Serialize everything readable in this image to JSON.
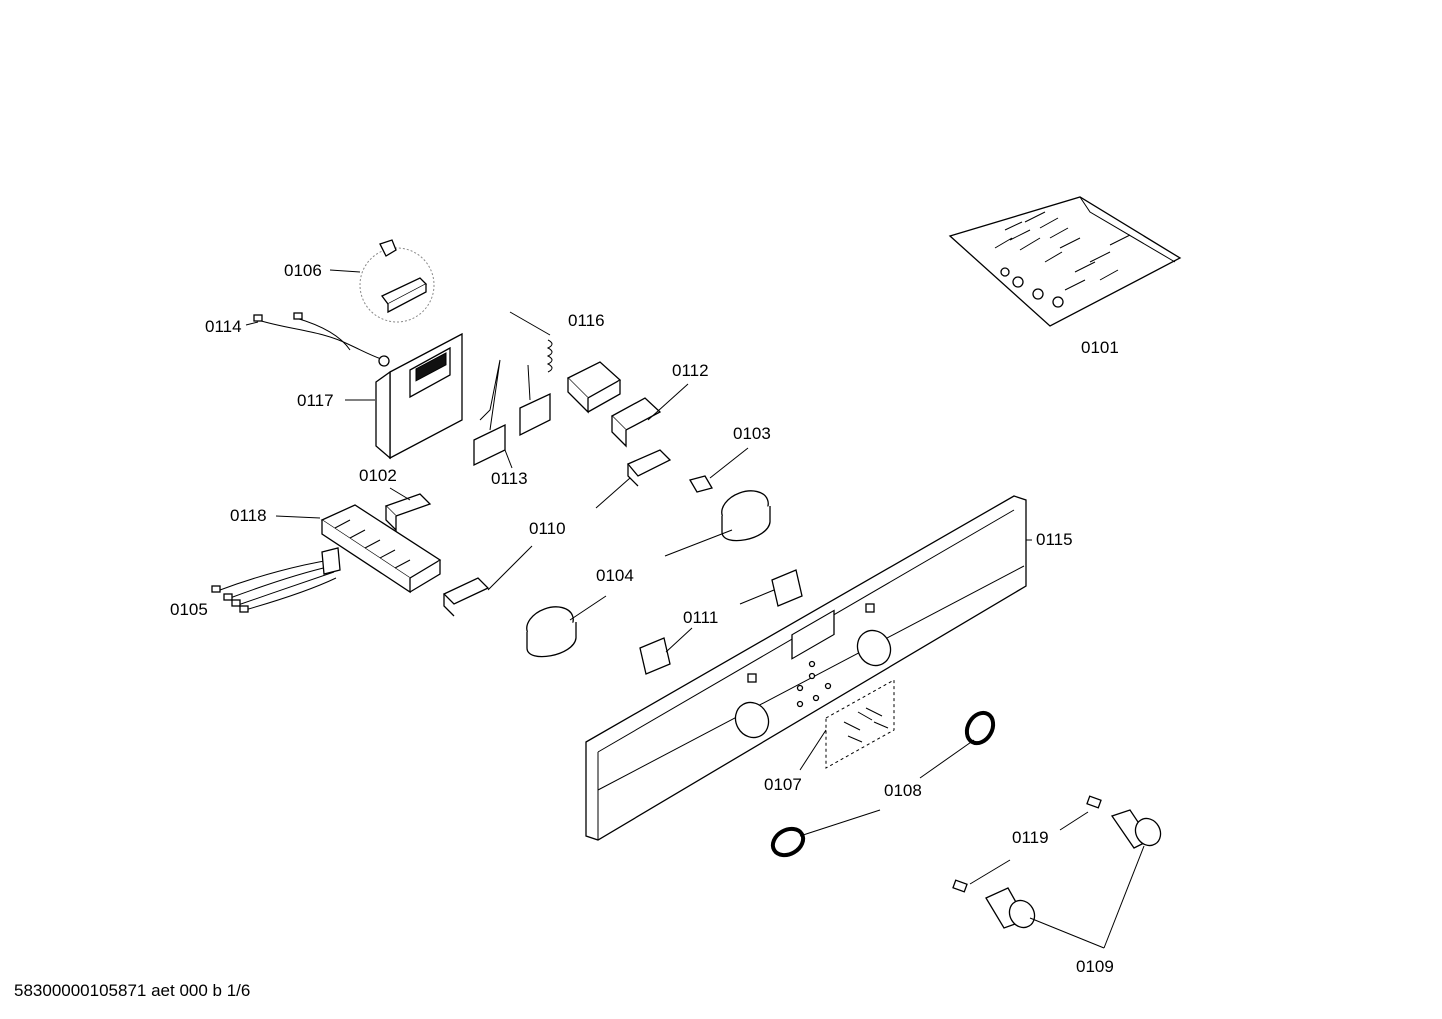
{
  "labels": {
    "p0101": "0101",
    "p0102": "0102",
    "p0103": "0103",
    "p0104": "0104",
    "p0105": "0105",
    "p0106": "0106",
    "p0107": "0107",
    "p0108": "0108",
    "p0109": "0109",
    "p0110": "0110",
    "p0111": "0111",
    "p0112": "0112",
    "p0113": "0113",
    "p0114": "0114",
    "p0115": "0115",
    "p0116": "0116",
    "p0117": "0117",
    "p0118": "0118",
    "p0119": "0119"
  },
  "footer": "58300000105871 aet 000 b 1/6"
}
